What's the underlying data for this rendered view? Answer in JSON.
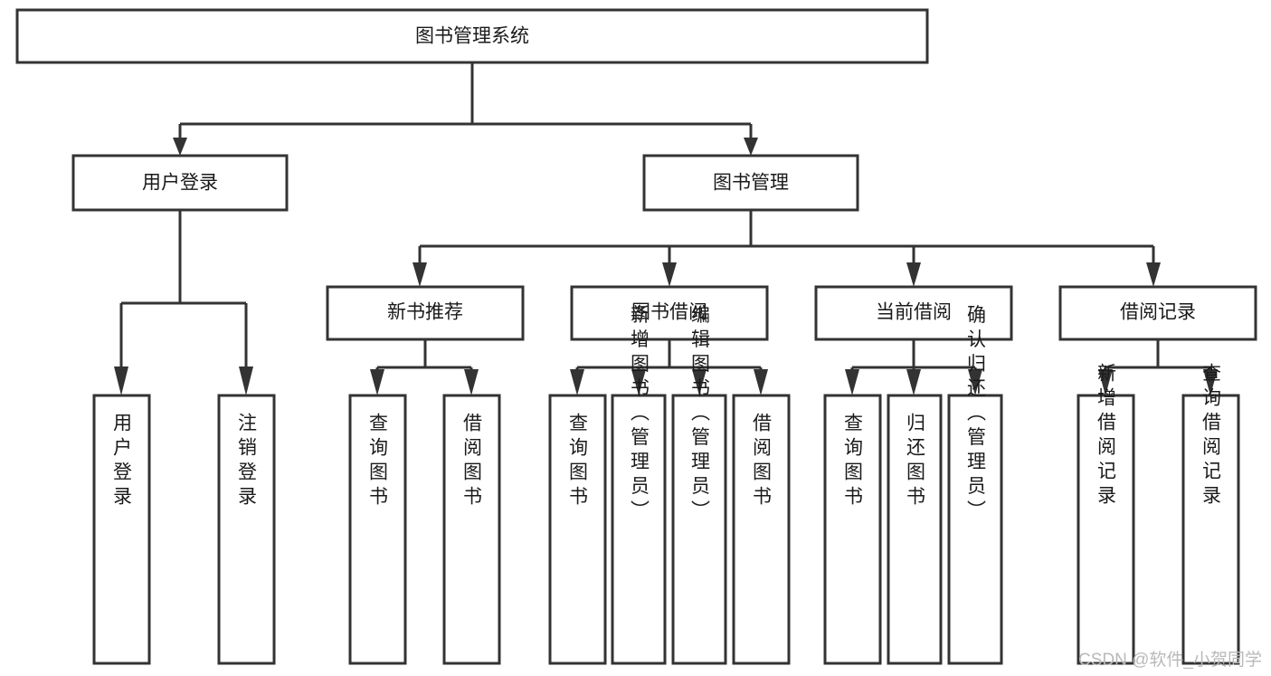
{
  "diagram": {
    "title": "图书管理系统",
    "type": "tree-hierarchy-chart",
    "root": {
      "id": "root",
      "label": "图书管理系统",
      "orientation": "horizontal"
    },
    "level2": [
      {
        "id": "user-login",
        "label": "用户登录",
        "orientation": "horizontal"
      },
      {
        "id": "book-manage",
        "label": "图书管理",
        "orientation": "horizontal"
      }
    ],
    "level3": [
      {
        "id": "new-book-recommend",
        "label": "新书推荐",
        "orientation": "horizontal",
        "parent": "book-manage"
      },
      {
        "id": "book-borrow",
        "label": "图书借阅",
        "orientation": "horizontal",
        "parent": "book-manage"
      },
      {
        "id": "current-borrow",
        "label": "当前借阅",
        "orientation": "horizontal",
        "parent": "book-manage"
      },
      {
        "id": "borrow-record",
        "label": "借阅记录",
        "orientation": "horizontal",
        "parent": "book-manage"
      }
    ],
    "leaves": {
      "user_login": [
        {
          "id": "leaf-user-login",
          "label": "用户登录"
        },
        {
          "id": "leaf-user-logout",
          "label": "注销登录"
        }
      ],
      "new_book_recommend": [
        {
          "id": "leaf-query-book-1",
          "label": "查询图书"
        },
        {
          "id": "leaf-borrow-book-1",
          "label": "借阅图书"
        }
      ],
      "book_borrow": [
        {
          "id": "leaf-query-book-2",
          "label": "查询图书"
        },
        {
          "id": "leaf-add-book",
          "label": "新增图书（管理员）"
        },
        {
          "id": "leaf-edit-book",
          "label": "编辑图书（管理员）"
        },
        {
          "id": "leaf-borrow-book-2",
          "label": "借阅图书"
        }
      ],
      "current_borrow": [
        {
          "id": "leaf-query-book-3",
          "label": "查询图书"
        },
        {
          "id": "leaf-return-book",
          "label": "归还图书"
        },
        {
          "id": "leaf-confirm-return",
          "label": "确认归还（管理员）"
        }
      ],
      "borrow_record": [
        {
          "id": "leaf-add-record",
          "label": "新增借阅记录"
        },
        {
          "id": "leaf-query-record",
          "label": "查询借阅记录"
        }
      ]
    },
    "colors": {
      "stroke": "#333333",
      "fill": "#ffffff",
      "text": "#1a1a1a",
      "watermark": "#b9b9b9"
    }
  },
  "watermark": {
    "text": "CSDN @软件_小贺同学"
  }
}
